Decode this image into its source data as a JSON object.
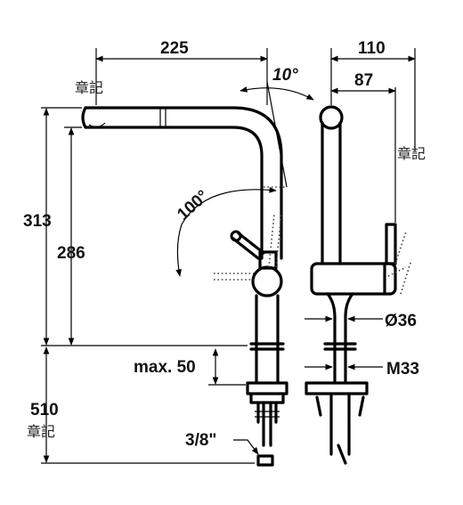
{
  "dimensions": {
    "width_spout": "225",
    "width_side": "110",
    "width_side_inner": "87",
    "swivel_angle": "10°",
    "lever_angle": "100°",
    "height_total": "313",
    "height_spout": "286",
    "max_thickness": "max. 50",
    "total_length": "510",
    "hose_thread": "3/8\"",
    "diameter": "Ø36",
    "thread": "M33"
  },
  "stamps": {
    "top_left": "章記",
    "right": "章記",
    "bottom_left": "章記"
  }
}
